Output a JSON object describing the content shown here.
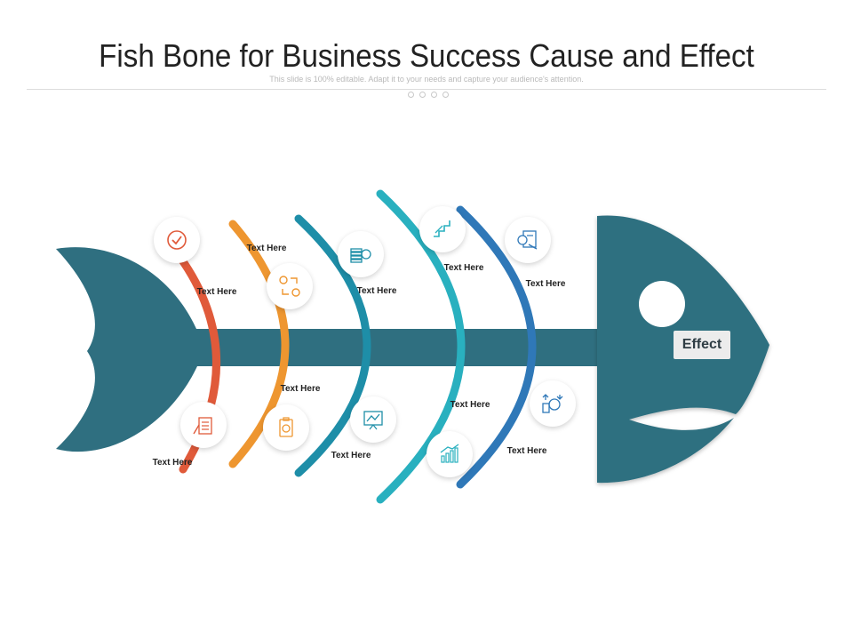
{
  "title": "Fish Bone for Business Success Cause and Effect",
  "subtitle": "This slide is 100% editable. Adapt it to your needs and capture your audience's attention.",
  "effect_label": "Effect",
  "colors": {
    "fish": "#2f6f80",
    "bone_1": "#e05a3a",
    "bone_2": "#ee9630",
    "bone_3": "#1e8ea8",
    "bone_4": "#29b0bf",
    "bone_5": "#2f78b8"
  },
  "labels": {
    "top_1": "Text Here",
    "top_2": "Text Here",
    "top_3": "Text Here",
    "top_4": "Text Here",
    "top_5": "Text Here",
    "bottom_1": "Text Here",
    "bottom_2": "Text Here",
    "bottom_3": "Text Here",
    "bottom_4": "Text Here",
    "bottom_5": "Text Here"
  },
  "icons": {
    "top_1": "checkmark-icon",
    "top_2": "process-gears-icon",
    "top_3": "coins-dollar-icon",
    "top_4": "stairs-growth-icon",
    "top_5": "settings-document-icon",
    "bottom_1": "checklist-icon",
    "bottom_2": "clipboard-gear-icon",
    "bottom_3": "strategy-board-icon",
    "bottom_4": "bar-chart-growth-icon",
    "bottom_5": "money-exchange-icon"
  }
}
